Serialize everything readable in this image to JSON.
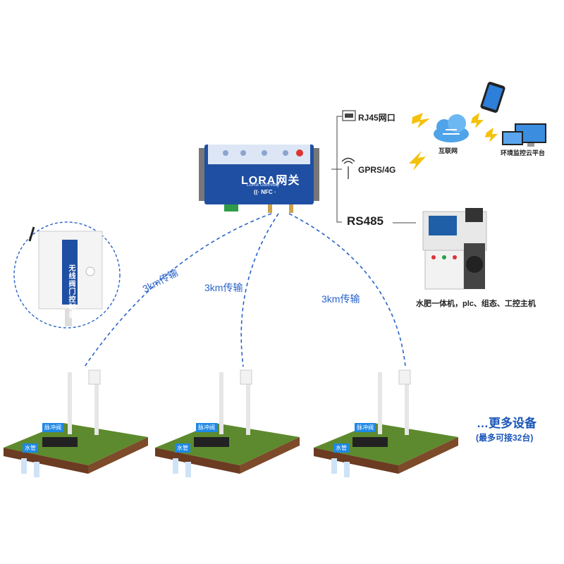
{
  "gateway": {
    "title": "LORA网关",
    "subtitle": "LoRa Gateway",
    "nfc": "((·  NFC ·"
  },
  "links": {
    "rj45": "RJ45网口",
    "gprs": "GPRS/4G",
    "rs485": "RS485",
    "internet": "互联网",
    "cloud_platform": "环境监控云平台",
    "host": "水肥一体机，plc、组态、工控主机"
  },
  "distances": [
    "3km传输",
    "3km传输",
    "3km传输"
  ],
  "controller_label": "无线阀门控制器",
  "field_tags": {
    "pulse_valve": "脉冲阀",
    "water_pipe": "水管"
  },
  "more_devices": {
    "title": "…更多设备",
    "subtitle": "(最多可接32台)"
  },
  "colors": {
    "accent_blue": "#1a56b8",
    "dashed_line": "#2a63c9",
    "gateway_body": "#1f4fa3",
    "grass": "#5d8a2e",
    "soil": "#6b3b22"
  }
}
